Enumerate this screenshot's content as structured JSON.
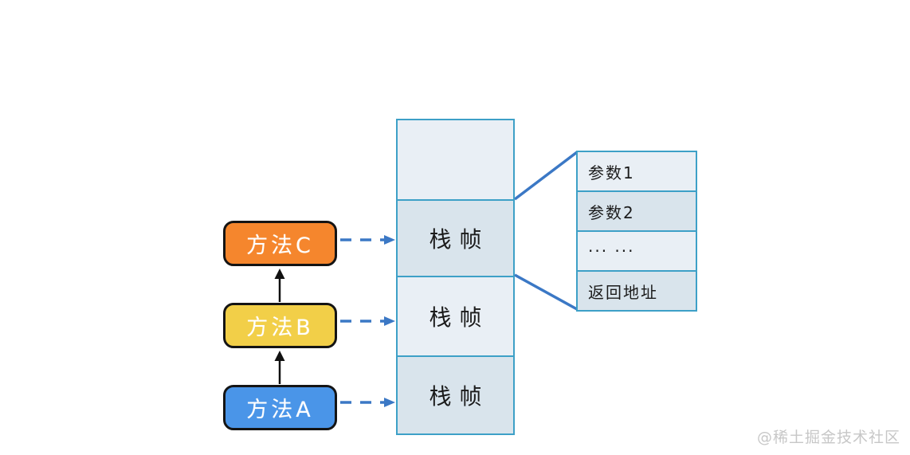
{
  "methods": [
    {
      "label": "方法C",
      "color": "#f5862d"
    },
    {
      "label": "方法B",
      "color": "#f2cf48"
    },
    {
      "label": "方法A",
      "color": "#4a95e8"
    }
  ],
  "stack": {
    "cells": [
      {
        "label": ""
      },
      {
        "label": "栈帧"
      },
      {
        "label": "栈帧"
      },
      {
        "label": "栈帧"
      }
    ]
  },
  "frame_detail": {
    "rows": [
      {
        "label": "参数1"
      },
      {
        "label": "参数2"
      },
      {
        "label": "··· ···"
      },
      {
        "label": "返回地址"
      }
    ]
  },
  "watermark": "@稀土掘金技术社区",
  "colors": {
    "box_border": "#141414",
    "box_text": "#ffffff",
    "stack_border": "#3da0c7",
    "cell_light": "#e9eff5",
    "cell_dark": "#d9e4ec",
    "connector_blue": "#3b78c5",
    "arrow_black": "#111111",
    "diagram_text": "#1b1b1b",
    "watermark_gray": "#c7c7c7"
  }
}
